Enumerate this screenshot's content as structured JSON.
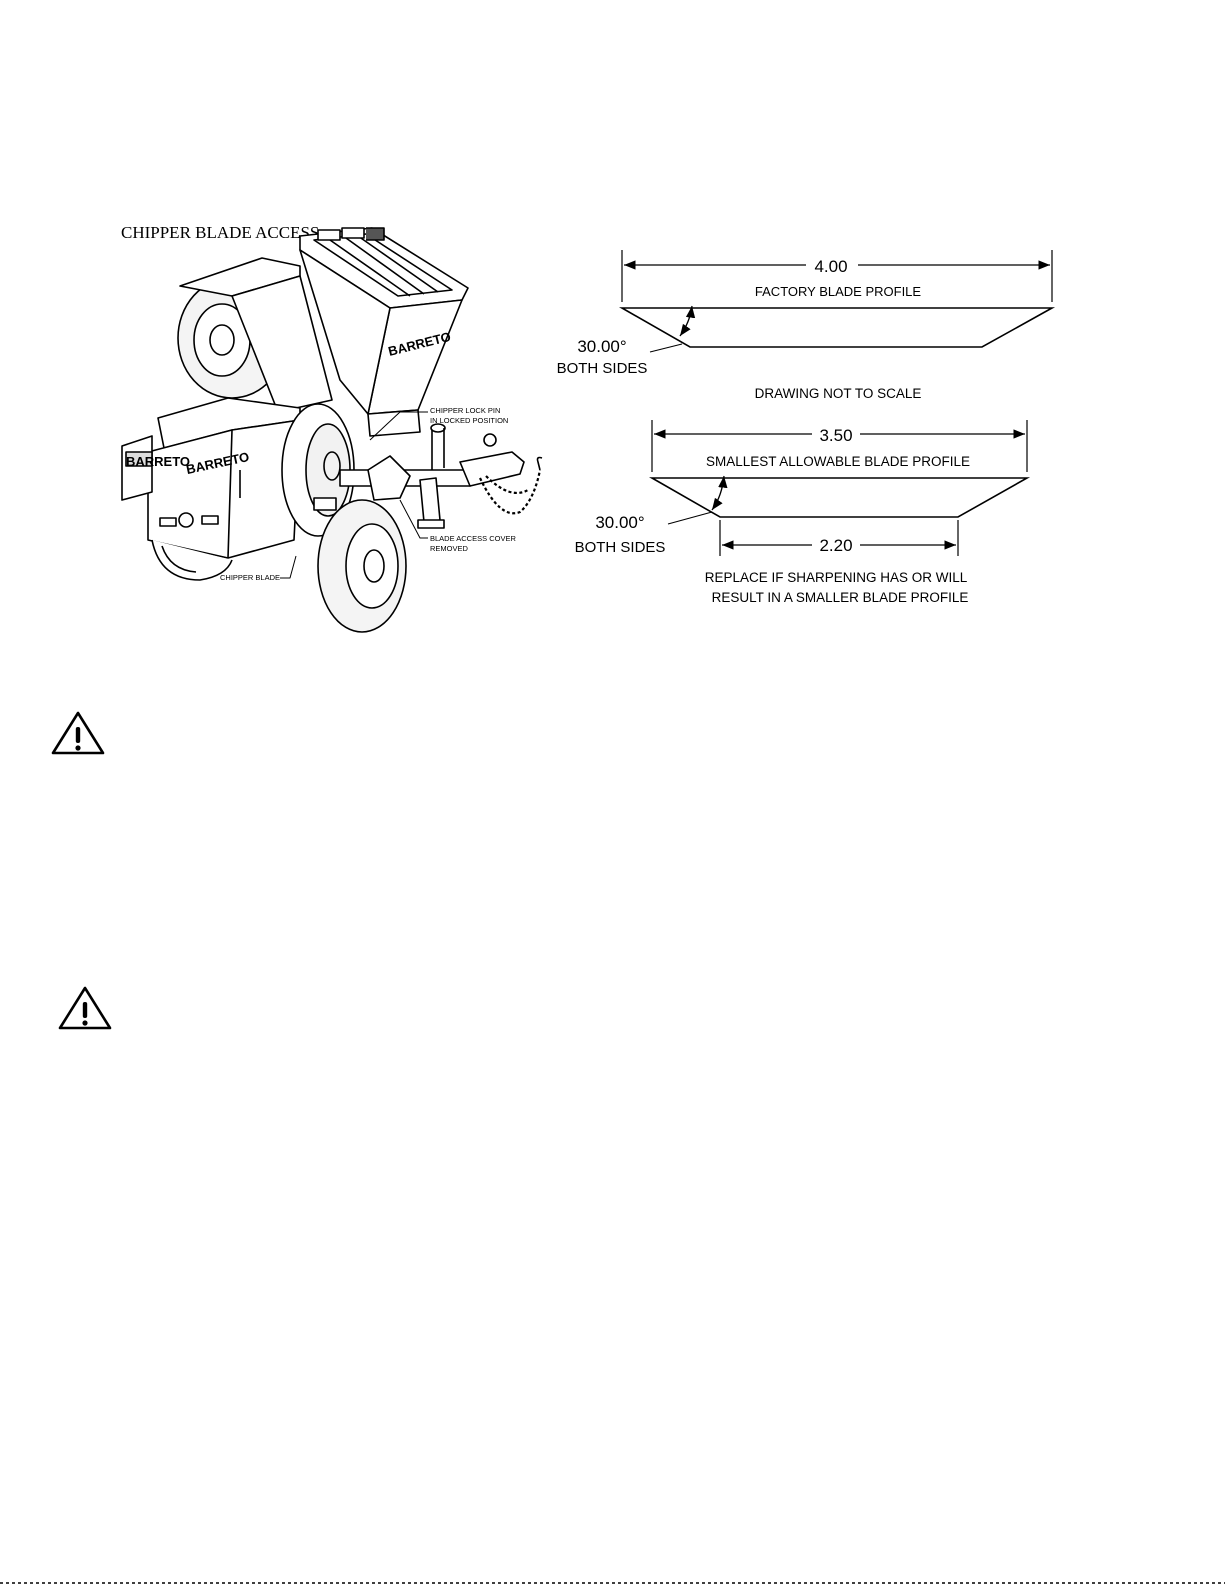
{
  "machine_figure": {
    "title": "CHIPPER BLADE ACCESS",
    "brand": "BARRETO",
    "callouts": {
      "lock_pin_line1": "CHIPPER LOCK PIN",
      "lock_pin_line2": "IN LOCKED POSITION",
      "cover_line1": "BLADE ACCESS COVER",
      "cover_line2": "REMOVED",
      "blade": "CHIPPER BLADE"
    }
  },
  "blade_profiles": {
    "factory": {
      "width": "4.00",
      "label": "FACTORY BLADE PROFILE",
      "angle": "30.00°",
      "angle_note": "BOTH SIDES"
    },
    "scale_note": "DRAWING NOT TO SCALE",
    "smallest": {
      "width": "3.50",
      "label": "SMALLEST ALLOWABLE BLADE PROFILE",
      "angle": "30.00°",
      "angle_note": "BOTH SIDES",
      "edge_width": "2.20"
    },
    "replace_note_line1": "REPLACE IF SHARPENING HAS OR WILL",
    "replace_note_line2": "RESULT IN A SMALLER BLADE PROFILE"
  },
  "icons": [
    "warning-icon",
    "warning-icon"
  ]
}
